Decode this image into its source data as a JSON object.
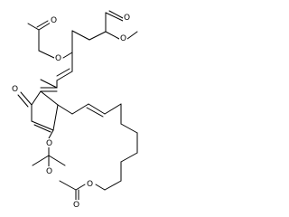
{
  "molecule": {
    "atoms": {
      "o_ester_carbonyl": "O",
      "o_ester_methoxy": "O",
      "o_acetate_chain": "O",
      "o_acetate_chain_carbonyl": "O",
      "o_ring_ketone": "O",
      "o_acetate_ring": "O",
      "o_acetate_ring_carbonyl": "O",
      "o_acetate_terminal": "O",
      "o_acetate_terminal_carbonyl": "O"
    },
    "colors": {
      "bonds": "#000000",
      "labels": "#000000",
      "background": "#ffffff"
    }
  }
}
